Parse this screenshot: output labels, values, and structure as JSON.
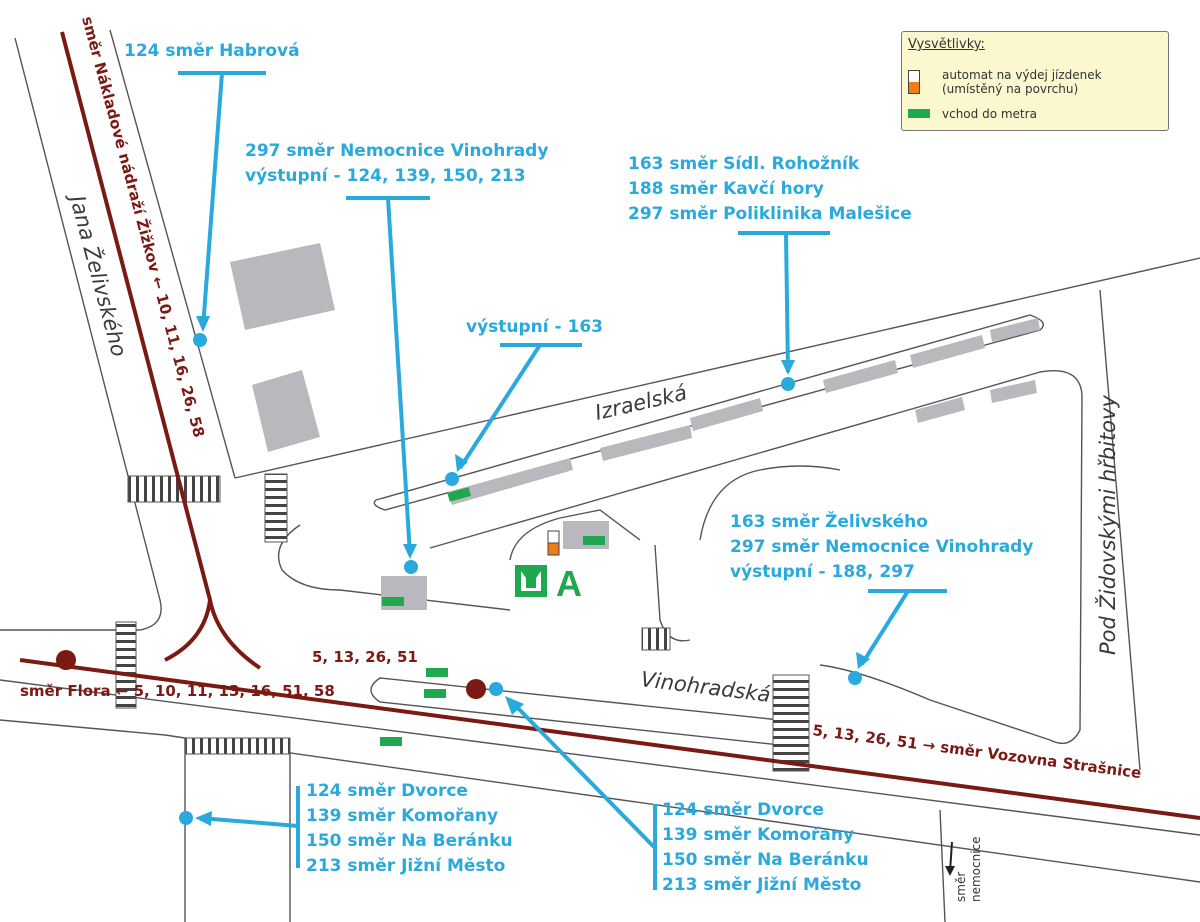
{
  "legend": {
    "title": "Vysvětlivky:",
    "ticket_machine_line1": "automat na výdej jízdenek",
    "ticket_machine_line2": "(umístěný na povrchu)",
    "metro_entrance": "vchod do metra"
  },
  "streets": {
    "jana_zelivskeho": "Jana Želivského",
    "izraelska": "Izraelská",
    "vinohradska": "Vinohradská",
    "pod_zidovskymi_hrbitovy": "Pod Židovskými hřbitovy"
  },
  "metro": {
    "line": "A"
  },
  "tram_labels": {
    "nakladove": "směr Nákladové nádraží Žižkov ← 10, 11, 16, 26, 58",
    "flora": "směr Flora ← 5, 10, 11, 13, 16, 51, 58",
    "top_lines": "5, 13, 26, 51",
    "strasnice": "5, 13, 26, 51 → směr Vozovna Strašnice"
  },
  "bus_labels": {
    "habrova": "124   směr Habrová",
    "nemocnice_1": "297   směr Nemocnice Vinohrady",
    "nemocnice_2": "výstupní - 124, 139, 150, 213",
    "rohoznik": "163   směr Sídl. Rohožník",
    "kavci": "188   směr Kavčí hory",
    "malesice": "297   směr Poliklinika Malešice",
    "vystupni163": "výstupní - 163",
    "zelivskeho": "163   směr Želivského",
    "nemocnice_3": "297   směr Nemocnice Vinohrady",
    "vystupni188": "výstupní - 188, 297",
    "left_list": [
      "124   směr Dvorce",
      "139   směr Komořany",
      "150   směr Na Beránku",
      "213   směr Jižní Město"
    ],
    "right_list": [
      "124   směr Dvorce",
      "139   směr Komořany",
      "150   směr Na Beránku",
      "213   směr Jižní Město"
    ]
  },
  "corner_note": {
    "line1": "směr",
    "line2": "nemocnice"
  }
}
